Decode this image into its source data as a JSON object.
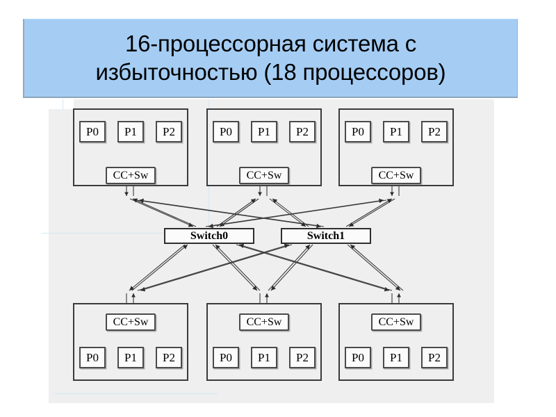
{
  "slide": {
    "title": "16-процессорная система с\nизбыточностью (18 процессоров)",
    "title_bg_color": "#a5cdf4",
    "canvas_bg_color": "#efefef"
  },
  "diagram": {
    "type": "block-network-diagram",
    "node_labels": {
      "processor_0": "P0",
      "processor_1": "P1",
      "processor_2": "P2",
      "cache_switch": "CC+Sw",
      "switch_0": "Switch0",
      "switch_1": "Switch1"
    },
    "clusters": [
      {
        "id": "cluster-top-left",
        "position": "top",
        "column": "left",
        "cc_on_top": false,
        "processors": [
          "P0",
          "P1",
          "P2"
        ],
        "cache_switch": "CC+Sw"
      },
      {
        "id": "cluster-top-center",
        "position": "top",
        "column": "center",
        "cc_on_top": false,
        "processors": [
          "P0",
          "P1",
          "P2"
        ],
        "cache_switch": "CC+Sw"
      },
      {
        "id": "cluster-top-right",
        "position": "top",
        "column": "right",
        "cc_on_top": false,
        "processors": [
          "P0",
          "P1",
          "P2"
        ],
        "cache_switch": "CC+Sw"
      },
      {
        "id": "cluster-bottom-left",
        "position": "bottom",
        "column": "left",
        "cc_on_top": true,
        "processors": [
          "P0",
          "P1",
          "P2"
        ],
        "cache_switch": "CC+Sw"
      },
      {
        "id": "cluster-bottom-center",
        "position": "bottom",
        "column": "center",
        "cc_on_top": true,
        "processors": [
          "P0",
          "P1",
          "P2"
        ],
        "cache_switch": "CC+Sw"
      },
      {
        "id": "cluster-bottom-right",
        "position": "bottom",
        "column": "right",
        "cc_on_top": true,
        "processors": [
          "P0",
          "P1",
          "P2"
        ],
        "cache_switch": "CC+Sw"
      }
    ],
    "switches": [
      {
        "id": "switch-0",
        "label": "Switch0"
      },
      {
        "id": "switch-1",
        "label": "Switch1"
      }
    ],
    "totals": {
      "clusters": 6,
      "processors_per_cluster": 3,
      "switches": 2
    }
  }
}
